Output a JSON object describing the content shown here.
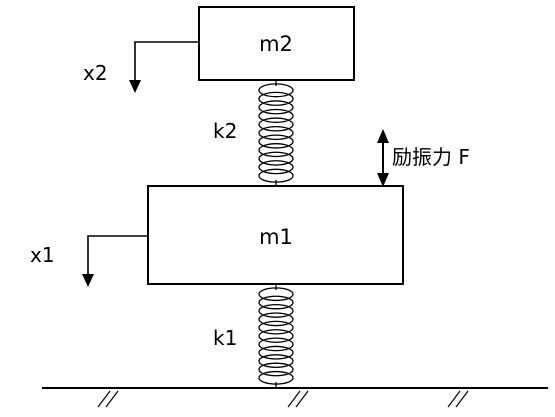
{
  "masses": {
    "upper": {
      "label": "m2"
    },
    "lower": {
      "label": "m1"
    }
  },
  "springs": {
    "upper": {
      "label": "k2",
      "coils": 11
    },
    "lower": {
      "label": "k1",
      "coils": 11
    }
  },
  "displacements": {
    "upper": {
      "label": "x2"
    },
    "lower": {
      "label": "x1"
    }
  },
  "excitation": {
    "label": "励振力 F"
  }
}
